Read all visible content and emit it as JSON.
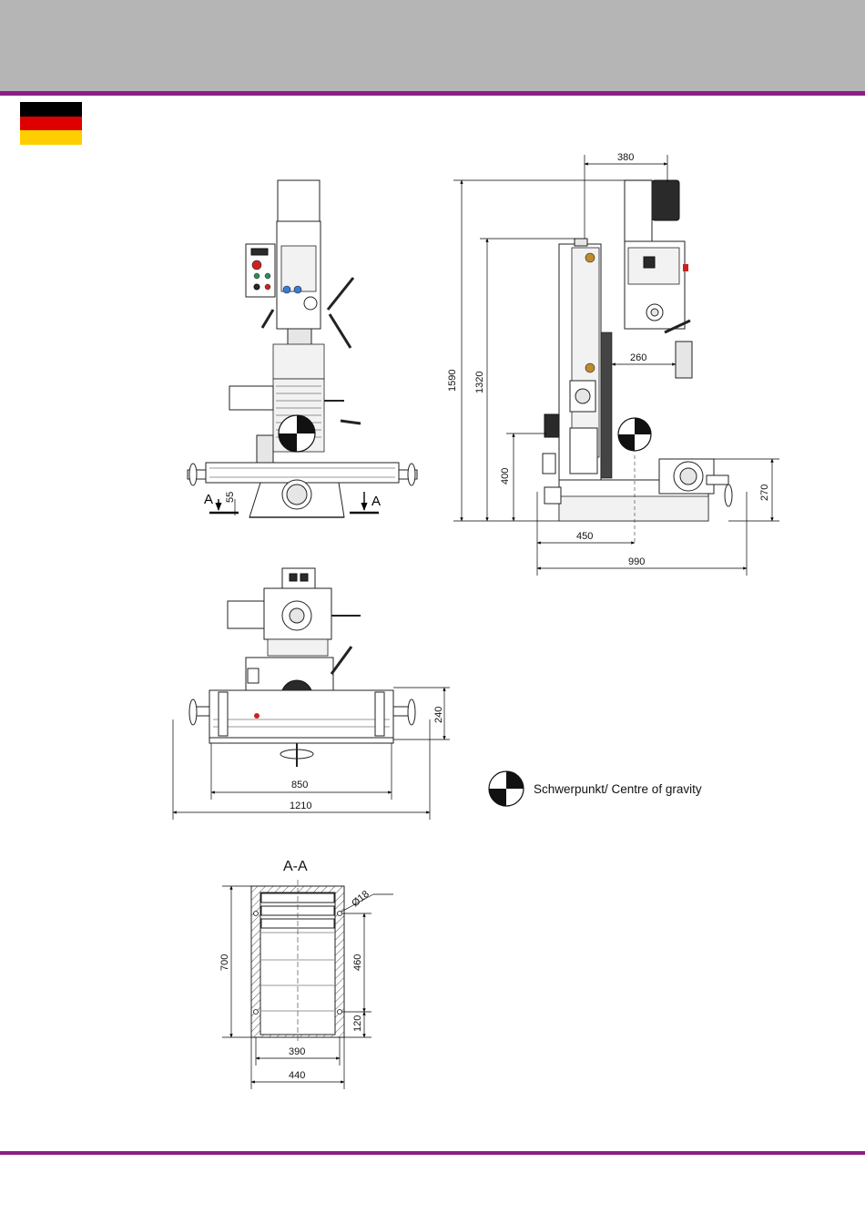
{
  "colors": {
    "header_bg": "#b5b5b5",
    "accent_line": "#8b1f86",
    "flag_black": "#000000",
    "flag_red": "#dd0000",
    "flag_gold": "#ffce00"
  },
  "flag": {
    "country": "Germany"
  },
  "front_view": {
    "section_mark_left": "A",
    "section_mark_right": "A",
    "dim_foot": "55"
  },
  "side_view": {
    "dim_top_offset": "380",
    "dim_total_height": "1590",
    "dim_head_height": "1320",
    "dim_table_height": "400",
    "dim_spindle_reach": "260",
    "dim_base_height": "270",
    "dim_cog_offset": "450",
    "dim_total_depth": "990"
  },
  "top_view": {
    "dim_depth": "240",
    "dim_base_width": "850",
    "dim_total_width": "1210"
  },
  "legend": {
    "cog_label": "Schwerpunkt/ Centre of gravity"
  },
  "section_view": {
    "title": "A-A",
    "dim_hole": "Ø18",
    "dim_height": "700",
    "dim_hole_spacing_y": "460",
    "dim_hole_offset_y": "120",
    "dim_hole_spacing_x": "390",
    "dim_width": "440"
  }
}
